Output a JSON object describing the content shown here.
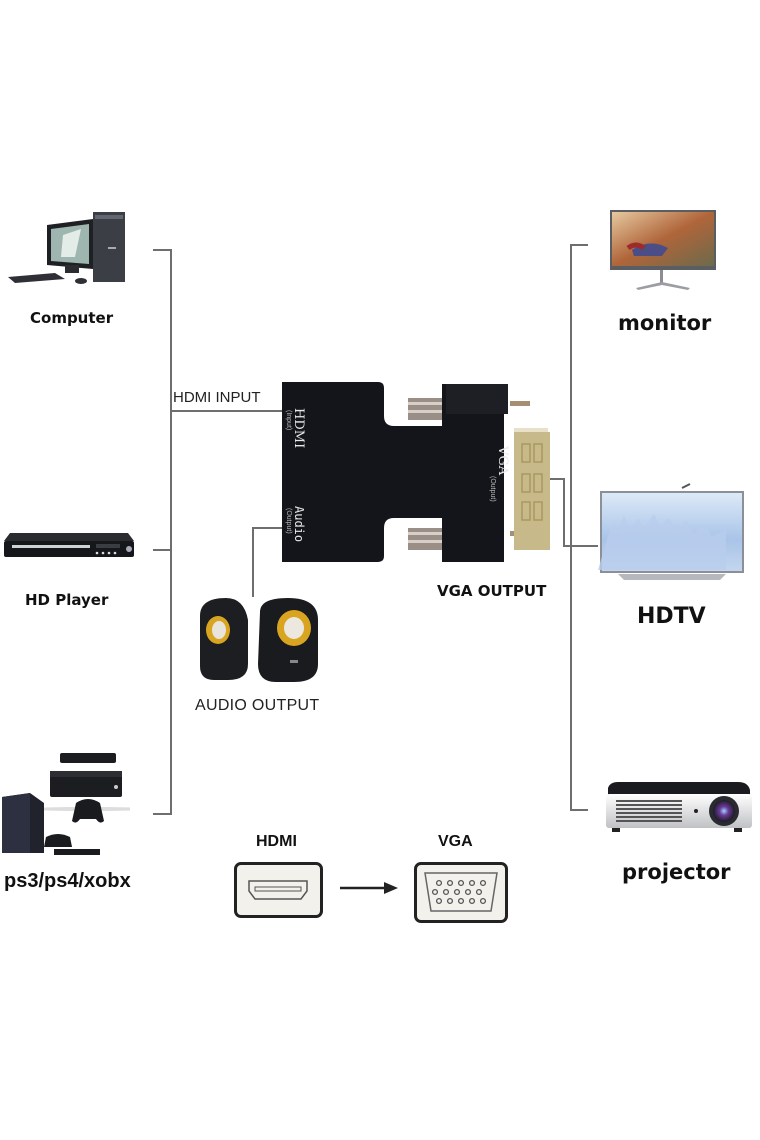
{
  "diagram": {
    "title": "HDMI to VGA adapter with audio connection diagram",
    "adapter": {
      "hdmi_port_label": "HDMI",
      "hdmi_port_sublabel": "(Input)",
      "audio_port_label": "Audio",
      "audio_port_sublabel": "(Output)",
      "vga_port_label": "VGA",
      "vga_port_sublabel": "(Output)"
    },
    "connection_labels": {
      "hdmi_input": "HDMI INPUT",
      "vga_output": "VGA OUTPUT",
      "audio_output": "AUDIO OUTPUT"
    },
    "sources": [
      {
        "label": "Computer",
        "icon": "desktop-computer-icon"
      },
      {
        "label": "HD Player",
        "icon": "dvd-player-icon"
      },
      {
        "label": "ps3/ps4/xobx",
        "icon": "game-console-icon"
      }
    ],
    "outputs": [
      {
        "label": "monitor",
        "icon": "monitor-icon"
      },
      {
        "label": "HDTV",
        "icon": "tv-icon"
      },
      {
        "label": "projector",
        "icon": "projector-icon"
      }
    ],
    "audio_device": {
      "icon": "speakers-icon"
    },
    "conversion": {
      "from_label": "HDMI",
      "to_label": "VGA",
      "arrow_icon": "arrow-right-icon"
    },
    "colors": {
      "line": "#6e6e6e",
      "adapter_body": "#14151a",
      "vga_pins": "#c8b98a",
      "speaker_ring": "#d9a520"
    }
  }
}
